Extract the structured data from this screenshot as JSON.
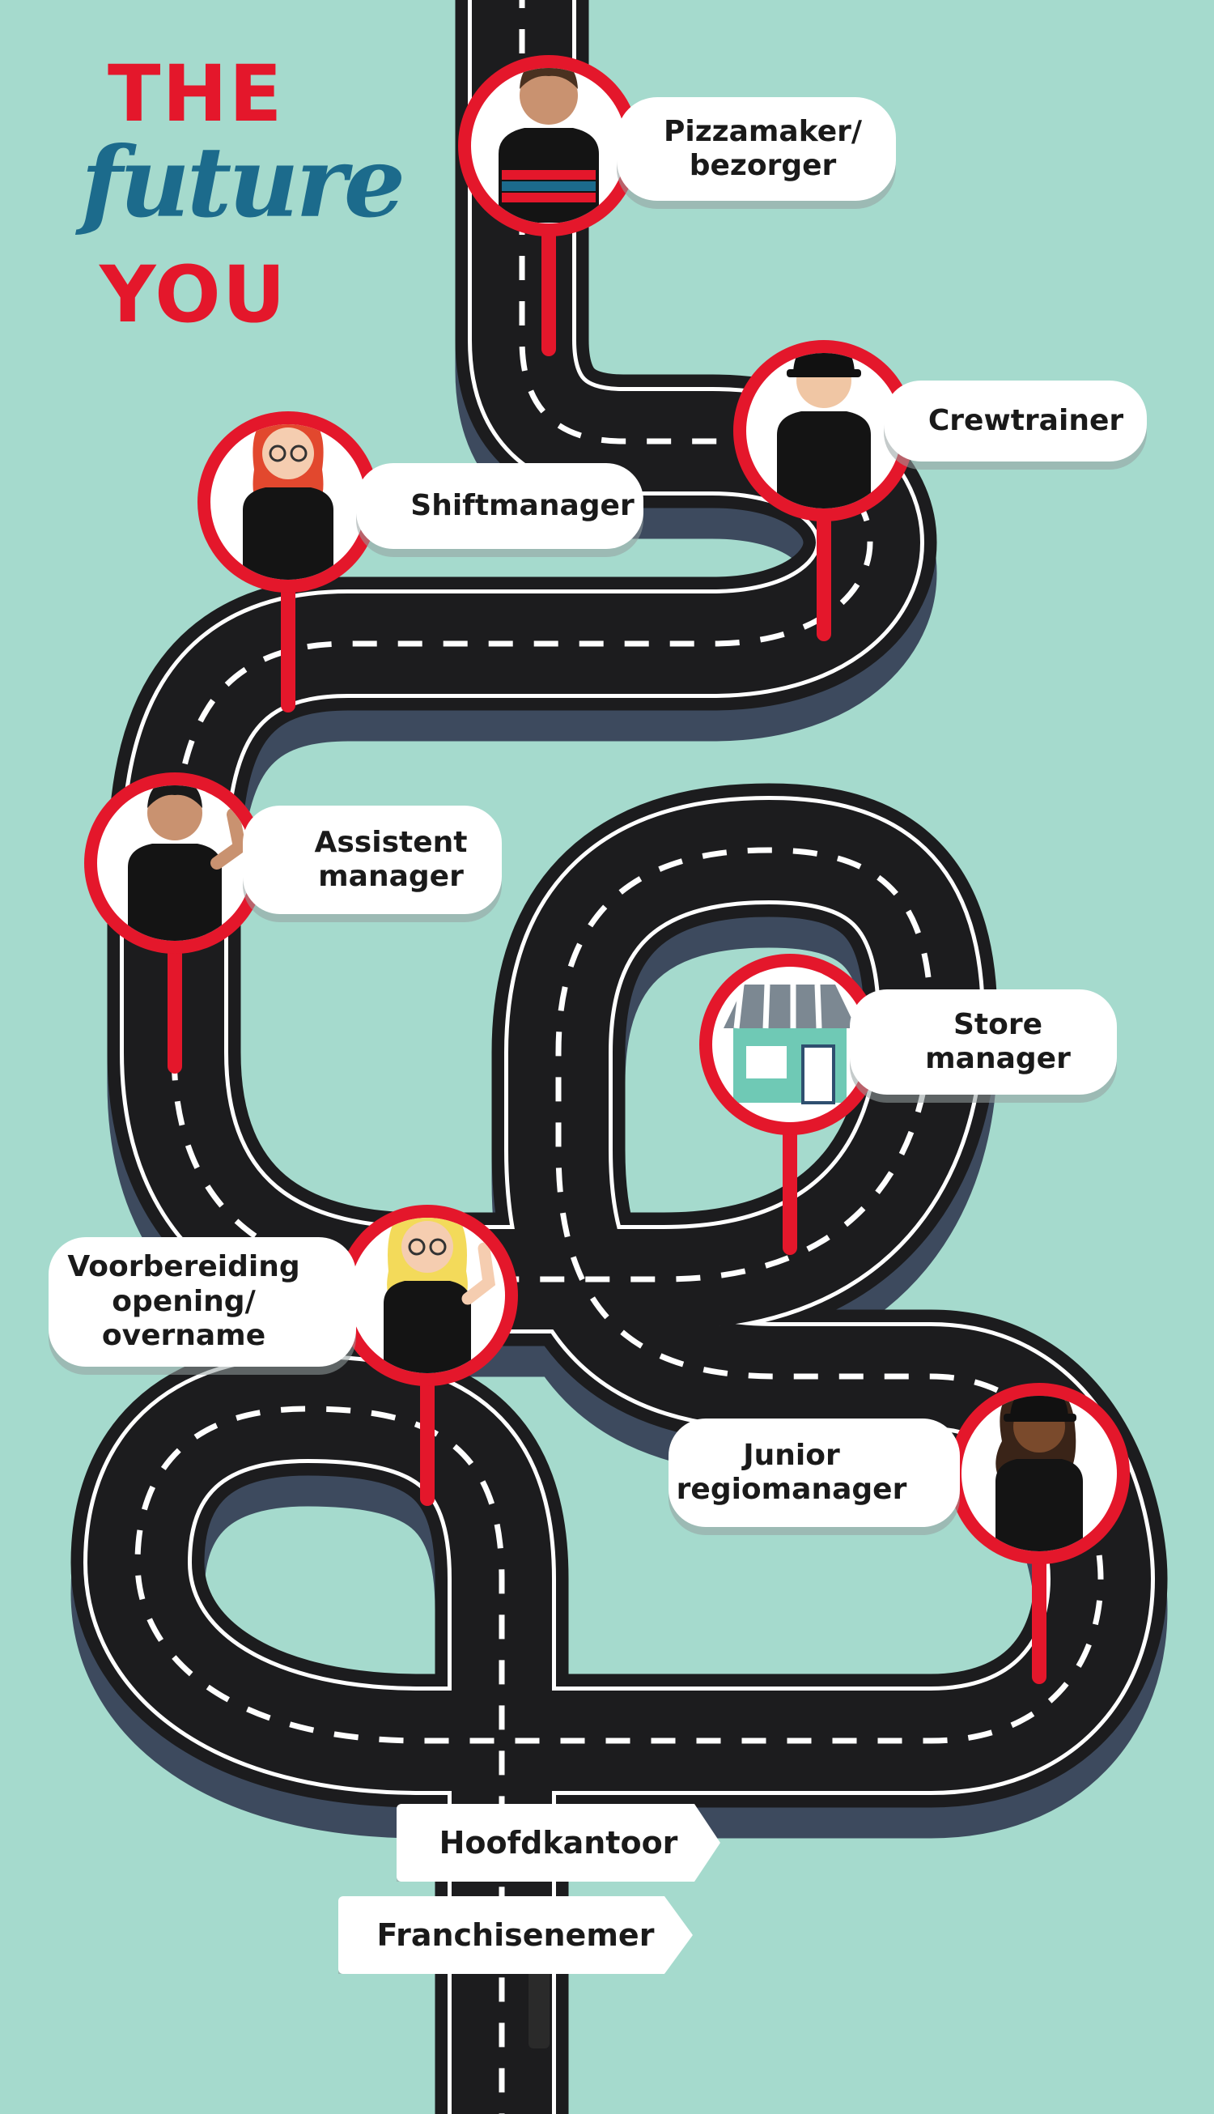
{
  "title": {
    "line1": "THE",
    "line2": "future",
    "line3": "YOU"
  },
  "colors": {
    "background": "#a5dacd",
    "road": "#1c1c1e",
    "road_shadow": "#3d4a5e",
    "accent_red": "#e4172b",
    "title_blue": "#1c6b8c"
  },
  "milestones": [
    {
      "id": "pizzamaker",
      "label": "Pizzamaker/\nbezorger",
      "figure": "delivery-person-with-pizza-boxes"
    },
    {
      "id": "crewtrainer",
      "label": "Crewtrainer",
      "figure": "crew-member-with-cap"
    },
    {
      "id": "shiftmanager",
      "label": "Shiftmanager",
      "figure": "red-haired-woman-with-glasses"
    },
    {
      "id": "assistent",
      "label": "Assistent\nmanager",
      "figure": "waving-man"
    },
    {
      "id": "store",
      "label": "Store\nmanager",
      "figure": "store-building"
    },
    {
      "id": "voorbereiding",
      "label": "Voorbereiding\nopening/\novername",
      "figure": "blonde-woman-waving"
    },
    {
      "id": "junior",
      "label": "Junior\nregiomanager",
      "figure": "woman-with-cap"
    }
  ],
  "signs": {
    "top": "Hoofdkantoor",
    "bottom": "Franchisenemer"
  }
}
